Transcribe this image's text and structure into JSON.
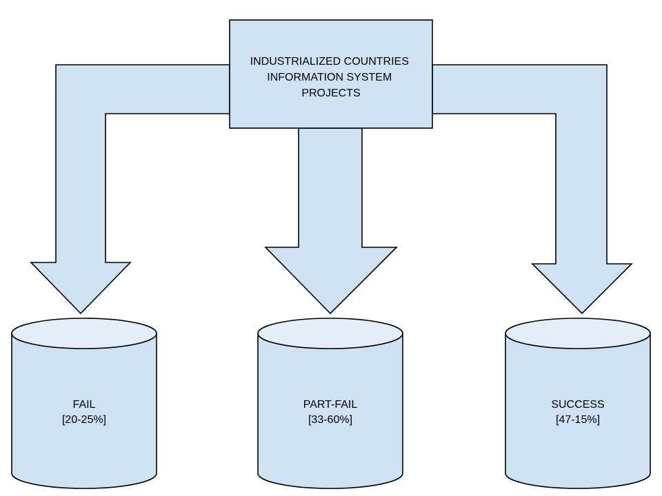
{
  "diagram": {
    "source": {
      "lines": [
        "INDUSTRIALIZED COUNTRIES",
        "INFORMATION SYSTEM",
        "PROJECTS"
      ]
    },
    "outcomes": [
      {
        "label": "FAIL",
        "range": "[20-25%]"
      },
      {
        "label": "PART-FAIL",
        "range": "[33-60%]"
      },
      {
        "label": "SUCCESS",
        "range": "[47-15%]"
      }
    ]
  },
  "colors": {
    "fill": "#cfe2f3",
    "cylinder_top": "#e3eef8",
    "stroke": "#000000",
    "background": "#ffffff"
  }
}
